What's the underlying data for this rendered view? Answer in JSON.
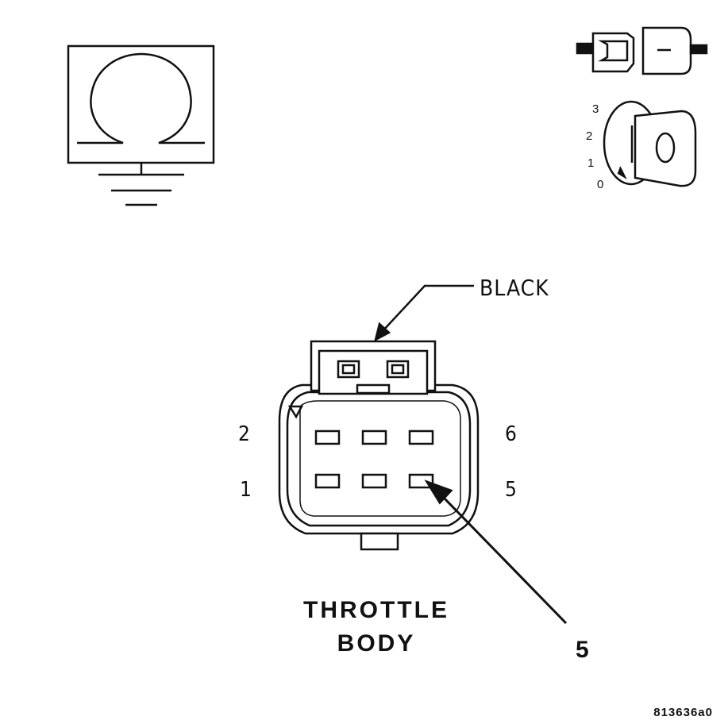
{
  "connector": {
    "color_label": "BLACK",
    "name_line1": "THROTTLE",
    "name_line2": "BODY",
    "pin_labels": {
      "top_left": "2",
      "bottom_left": "1",
      "top_right": "6",
      "bottom_right": "5"
    },
    "callout_pin": "5"
  },
  "ignition_switch": {
    "positions": [
      "3",
      "2",
      "1",
      "0"
    ]
  },
  "figure_id": "813636a0",
  "icons": {
    "meter": "ohmmeter-ground-icon",
    "connector": "disconnected-connector-icon",
    "key": "ignition-key-off-icon"
  },
  "colors": {
    "line": "#111111",
    "background": "#ffffff"
  }
}
